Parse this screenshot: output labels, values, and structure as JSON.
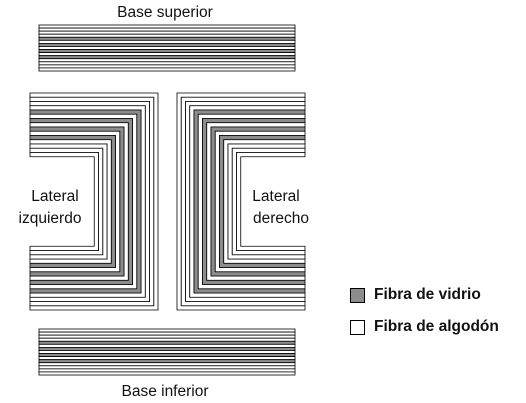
{
  "labels": {
    "top_base": "Base superior",
    "bottom_base": "Base inferior",
    "left_side": [
      "Lateral",
      "izquierdo"
    ],
    "right_side": [
      "Lateral",
      "derecho"
    ]
  },
  "legend": [
    {
      "label": "Fibra de vidrio",
      "color": "#8c8c8c"
    },
    {
      "label": "Fibra de algodón",
      "color": "#ffffff"
    }
  ],
  "layers": {
    "stack_order": [
      "cotton",
      "cotton",
      "cotton",
      "cotton",
      "glass",
      "cotton",
      "glass",
      "cotton",
      "glass",
      "cotton",
      "glass",
      "cotton",
      "cotton",
      "cotton",
      "cotton"
    ],
    "colors": {
      "glass": "#8c8c8c",
      "cotton": "#ffffff",
      "line": "#000000"
    }
  }
}
